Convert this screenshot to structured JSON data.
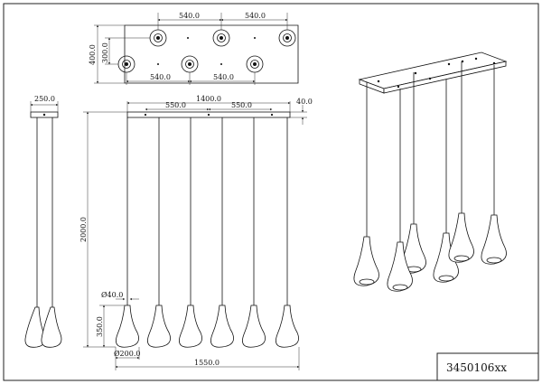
{
  "drawing": {
    "product_code": "3450106xx",
    "top_view": {
      "spacing_top_1": "540.0",
      "spacing_top_2": "540.0",
      "spacing_bottom_1": "540.0",
      "spacing_bottom_2": "540.0",
      "width_label": "400.0",
      "offset_label": "300.0"
    },
    "side_view": {
      "canopy_width": "250.0"
    },
    "front_view": {
      "canopy_length": "1400.0",
      "spacing_1": "550.0",
      "spacing_2": "550.0",
      "canopy_height": "40.0",
      "total_height": "2000.0",
      "cable_diameter": "Ø40.0",
      "shade_height": "350.0",
      "shade_diameter": "Ø200.0",
      "overall_width": "1550.0"
    }
  }
}
